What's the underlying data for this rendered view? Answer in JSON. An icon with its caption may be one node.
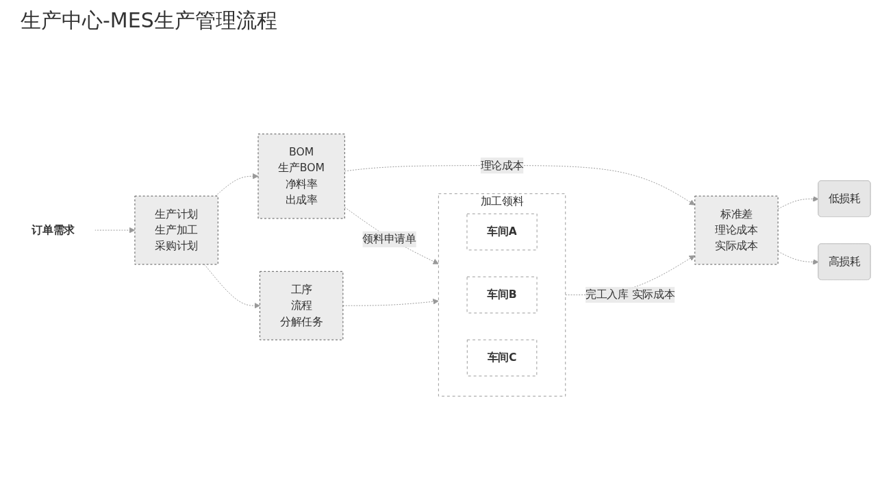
{
  "diagram": {
    "title": "生产中心-MES生产管理流程",
    "nodes": [
      {
        "text": [
          "订单需求"
        ]
      },
      {
        "text": [
          "生产计划",
          "生产加工",
          "采购计划"
        ]
      },
      {
        "text": [
          "BOM",
          "生产BOM",
          "净料率",
          "出成率"
        ]
      },
      {
        "text": [
          "工序",
          "流程",
          "分解任务"
        ]
      },
      {
        "text": [
          "标准差",
          "理论成本",
          "实际成本"
        ]
      },
      {
        "text": [
          "低损耗"
        ]
      },
      {
        "text": [
          "高损耗"
        ]
      },
      {
        "text": [
          "加工领料"
        ]
      },
      {
        "text": [
          "车间A"
        ],
        "in": 7
      },
      {
        "text": [
          "车间B"
        ],
        "in": 7
      },
      {
        "text": [
          "车间C"
        ],
        "in": 7
      }
    ],
    "edges": [
      {
        "from": 0,
        "to": 1,
        "arrow": "to",
        "style": "dashed"
      },
      {
        "from": 1,
        "to": 2,
        "arrow": "to",
        "style": "dashed"
      },
      {
        "from": 1,
        "to": 3,
        "arrow": "to",
        "style": "dashed"
      },
      {
        "from": 2,
        "to": 4,
        "arrow": "to",
        "style": "dashed",
        "label": "理论成本"
      },
      {
        "from": 4,
        "to": 5,
        "arrow": "to",
        "style": "dashed"
      },
      {
        "from": 4,
        "to": 6,
        "arrow": "to",
        "style": "dashed"
      },
      {
        "from": 2,
        "to": 7,
        "arrow": "to",
        "style": "dashed",
        "label": "领料申请单"
      },
      {
        "from": 3,
        "to": 7,
        "arrow": "to",
        "style": "dashed"
      },
      {
        "from": 7,
        "to": 4,
        "arrow": "to",
        "style": "dashed",
        "label": "完工入库 实际成本"
      }
    ]
  }
}
